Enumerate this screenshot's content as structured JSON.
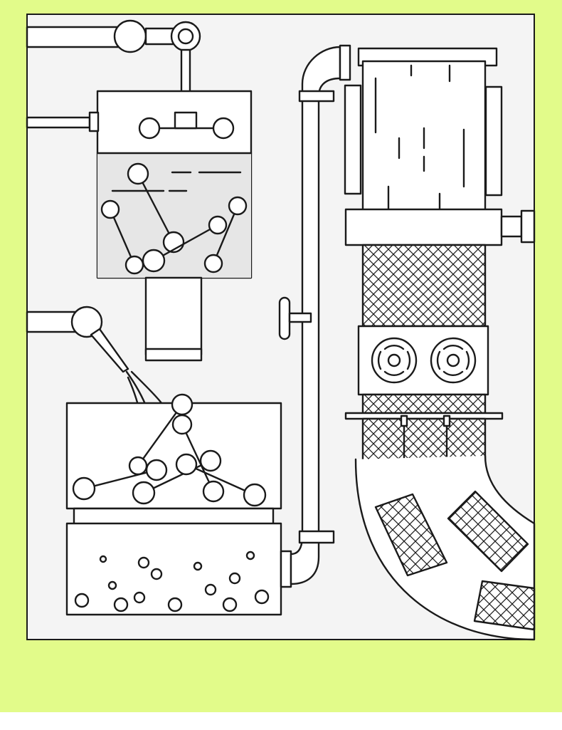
{
  "illustration": {
    "kind": "line-art",
    "subject": "processing-plant",
    "colors": {
      "page_background": "#ffffff",
      "background": "#e2fb8a",
      "panel": "#f4f4f4",
      "outline": "#1a1a1a",
      "liquid": "#e6e6e6",
      "white": "#ffffff"
    },
    "sections": [
      {
        "id": "mixing-tank",
        "part_count": 4,
        "icon": "bone-shape"
      },
      {
        "id": "wash-tank",
        "part_count": 5,
        "icon": "bone-shape"
      },
      {
        "id": "crusher-column",
        "fans": 2,
        "icon": "fan"
      },
      {
        "id": "output-chute",
        "blocks": 3,
        "icon": "mesh-block"
      }
    ]
  }
}
